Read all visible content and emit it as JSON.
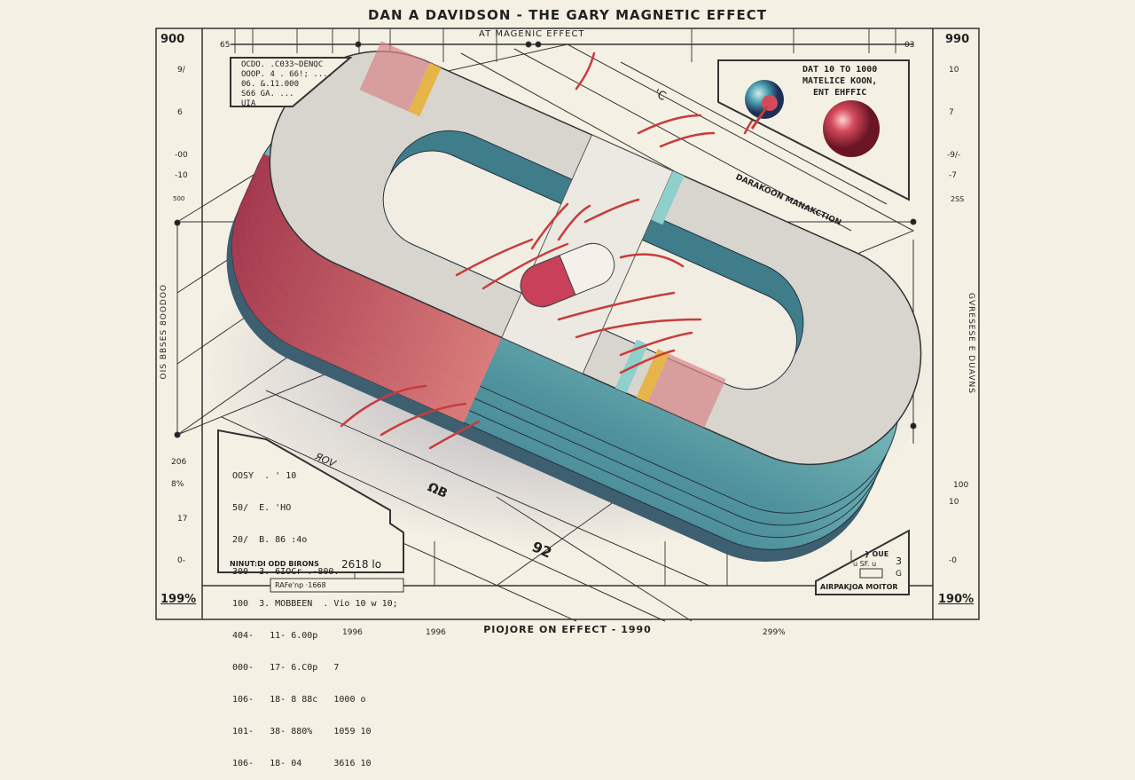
{
  "title": "DAN A DAVIDSON - THE GARY MAGNETIC EFFECT",
  "subtitle": "AT MAGENIC EFFECT",
  "footer": "PIOJORE ON EFFECT - 1990",
  "left_scale": {
    "top": "900",
    "ticks": [
      "9/",
      "6",
      "-00",
      "-10",
      "500",
      "206",
      "8%",
      "17",
      "0-"
    ],
    "bottom": "199%",
    "vertical_label": "OIS BBSES 8OODOO"
  },
  "right_scale": {
    "top": "990",
    "ticks": [
      "10",
      "7",
      "-9/-",
      "-7",
      "2SS",
      "100",
      "10",
      "-0"
    ],
    "bottom": "190%",
    "vertical_label": "GVRESESE E DUAVNS"
  },
  "top_ruler": {
    "left": "65",
    "right": "03"
  },
  "bottom_ruler": [
    "1996",
    "1996",
    "299%"
  ],
  "top_left_panel": [
    "OCDO. .C033~DENQC",
    "OOOP. 4 . 66!; ....",
    "06. &.11.000",
    "S66 GA. ...",
    "UIA"
  ],
  "top_right_panel": {
    "lines": [
      "DAT 10 TO 1000",
      "MATELICE KOON,",
      "ENT EHFFIC"
    ],
    "caption": "DARAKOON MANAKCTION"
  },
  "left_table": {
    "rows": [
      "OOSY  . ' 10",
      "50/  E. 'HO",
      "20/  B. 86 :4o",
      "300  3. 6IOCr .-800.",
      "100  3. MOBBEEN  . Vio 10 w 10;",
      "404-   11- 6.00p",
      "000-   17- 6.C0p   7",
      "106-   18- 8 88c   1000 o",
      "101-   38- 880%    1059 10",
      "106-   18- 04      3616 10"
    ],
    "footer": "NINUT:DI ODD BIRONS",
    "last_value": "2618 lo",
    "bar_label": "RAFe'np ·1668"
  },
  "grid_labels": {
    "rov": "ЯOV",
    "ob": "ΩB",
    "p2": "92",
    "c": "'C"
  },
  "bottom_right_panel": {
    "lines": [
      "} OUE",
      "u SF. u",
      "3",
      "G"
    ],
    "caption": "AIRPAKJOA MOITOR"
  },
  "colors": {
    "background": "#f4f0e4",
    "teal": "#6fbcbc",
    "red": "#c8505a",
    "gray": "#d9d6d0",
    "yellow": "#e6b54a"
  }
}
